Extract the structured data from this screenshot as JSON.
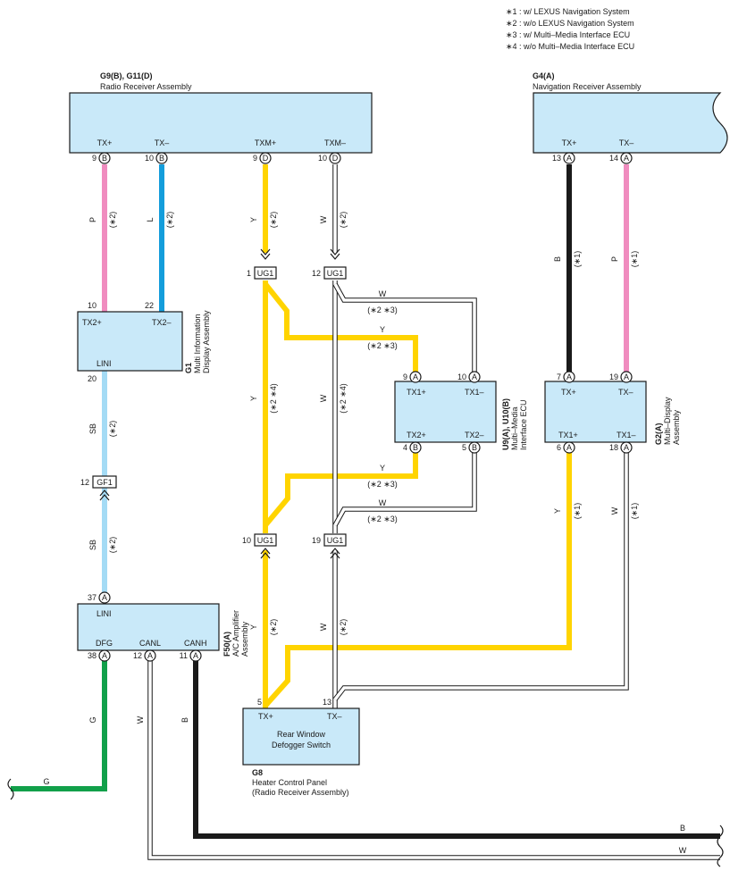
{
  "legend": [
    "∗1 : w/ LEXUS Navigation System",
    "∗2 : w/o LEXUS Navigation System",
    "∗3 : w/ Multi–Media Interface ECU",
    "∗4 : w/o Multi–Media Interface ECU"
  ],
  "components": {
    "radio": {
      "code": "G9(B), G11(D)",
      "name": "Radio Receiver Assembly",
      "pins": [
        "TX+",
        "TX–",
        "TXM+",
        "TXM–"
      ],
      "pin_nums": [
        "9",
        "10",
        "9",
        "10"
      ],
      "pin_conn": [
        "B",
        "B",
        "D",
        "D"
      ]
    },
    "nav": {
      "code": "G4(A)",
      "name": "Navigation Receiver Assembly",
      "pins": [
        "TX+",
        "TX–"
      ],
      "pin_nums": [
        "13",
        "14"
      ],
      "pin_conn": [
        "A",
        "A"
      ]
    },
    "mid": {
      "code": "G1",
      "name1": "Multi Information",
      "name2": "Display Assembly",
      "pins": [
        "TX2+",
        "TX2–",
        "LINI"
      ],
      "pin_nums": [
        "10",
        "22",
        "20"
      ]
    },
    "mmi": {
      "code": "U9(A), U10(B)",
      "name1": "Multi–Media",
      "name2": "Interface ECU",
      "pins": [
        "TX1+",
        "TX1–",
        "TX2+",
        "TX2–"
      ],
      "pin_nums": [
        "9",
        "10",
        "4",
        "5"
      ],
      "pin_conn": [
        "A",
        "A",
        "B",
        "B"
      ]
    },
    "mda": {
      "code": "G2(A)",
      "name1": "Multi–Display",
      "name2": "Assembly",
      "pins": [
        "TX+",
        "TX–",
        "TX1+",
        "TX1–"
      ],
      "pin_nums": [
        "7",
        "19",
        "6",
        "18"
      ],
      "pin_conn": [
        "A",
        "A",
        "A",
        "A"
      ]
    },
    "ac": {
      "code": "F50(A)",
      "name1": "A/C Amplifier",
      "name2": "Assembly",
      "pins": [
        "LINI",
        "DFG",
        "CANL",
        "CANH"
      ],
      "pin_nums": [
        "37",
        "38",
        "12",
        "11"
      ],
      "pin_conn": [
        "A",
        "A",
        "A",
        "A"
      ]
    },
    "heater": {
      "code": "G8",
      "name1": "Heater Control Panel",
      "name2": "(Radio Receiver Assembly)",
      "inner1": "Rear Window",
      "inner2": "Defogger Switch",
      "pins": [
        "TX+",
        "TX–"
      ],
      "pin_nums": [
        "5",
        "13"
      ]
    }
  },
  "junctions": {
    "ug1_top_left": {
      "name": "UG1",
      "num": "1"
    },
    "ug1_top_right": {
      "name": "UG1",
      "num": "12"
    },
    "ug1_bot_left": {
      "name": "UG1",
      "num": "10"
    },
    "ug1_bot_right": {
      "name": "UG1",
      "num": "19"
    },
    "gf1": {
      "name": "GF1",
      "num": "12"
    }
  },
  "wire_labels": {
    "P": "P",
    "L": "L",
    "Y": "Y",
    "W": "W",
    "B": "B",
    "SB": "SB",
    "G": "G",
    "n1": "(∗1)",
    "n2": "(∗2)",
    "n23": "(∗2 ∗3)",
    "n24": "(∗2 ∗4)"
  },
  "colors": {
    "box": "#c9e9f9",
    "Y": "#ffd400",
    "P": "#f08cbf",
    "L": "#149ddb",
    "SB": "#a4dbf5",
    "B": "#1a1a1a",
    "G": "#11a04a",
    "W": "#ffffff"
  }
}
